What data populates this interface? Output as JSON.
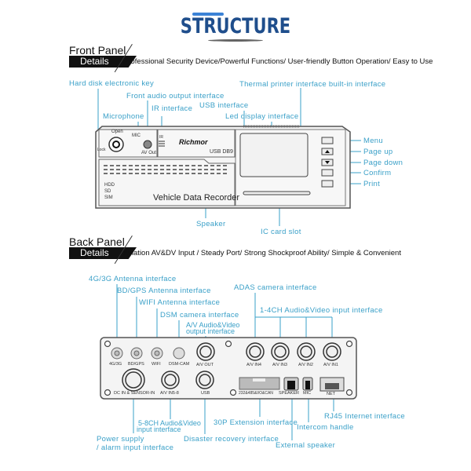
{
  "title": "STRUCTURE",
  "front_panel": {
    "heading": "Front Panel",
    "details_label": "Details",
    "description": "Professional Security Device/Powerful Functions/ User-friendly Button Operation/ Easy to Use",
    "device": {
      "brand": "Richmor",
      "name": "Vehicle Data Recorder",
      "lock_labels": [
        "Open",
        "Lock"
      ],
      "mic_label": "MIC",
      "av_out_label": "AV Out",
      "ir_label": "IR",
      "usb_label": "USB DB9",
      "indicators": [
        "HDD",
        "SD",
        "SIM"
      ]
    },
    "callouts": {
      "hard_disk_key": "Hard disk electronic key",
      "front_audio": "Front audio output interface",
      "ir": "IR interface",
      "usb": "USB interface",
      "microphone": "Microphone",
      "led_display": "Led display interface",
      "thermal_printer": "Thermal printer interface built-in interface",
      "menu": "Menu",
      "page_up": "Page up",
      "page_down": "Page down",
      "confirm": "Confirm",
      "print": "Print",
      "speaker": "Speaker",
      "ic_card_slot": "IC card slot"
    }
  },
  "back_panel": {
    "heading": "Back Panel",
    "details_label": "Details",
    "description": "Aviation AV&DV Input / Steady Port/ Strong Shockproof Ability/ Simple & Convenient",
    "ports_top": [
      "4G/3G",
      "BD/GPS",
      "WIFI",
      "DSM-CAM",
      "A/V OUT",
      "A/V IN4",
      "A/V IN3",
      "A/V IN2",
      "A/V IN1"
    ],
    "ports_bottom": [
      "DC IN & SENSOR-IN",
      "A/V IN5-8",
      "USB",
      "232&485&I/O&CAN",
      "SPEAKER",
      "MIC",
      "NET"
    ],
    "callouts": {
      "antenna_4g": "4G/3G Antenna interface",
      "antenna_gps": "BD/GPS Antenna interface",
      "antenna_wifi": "WIFI Antenna interface",
      "dsm": "DSM camera interface",
      "av_out_1": "A/V Audio&Video",
      "av_out_2": "output interface",
      "adas": "ADAS camera interface",
      "av_in_1_4": "1-4CH Audio&Video input interface",
      "av_in_5_8_1": "5-8CH Audio&Video",
      "av_in_5_8_2": "input interface",
      "ext_30p": "30P Extension interface",
      "rj45": "RJ45 Internet interface",
      "intercom": "Intercom handle",
      "power_1": "Power supply",
      "power_2": "/ alarm input interface",
      "disaster": "Disaster recovery interface",
      "ext_speaker": "External speaker"
    }
  }
}
